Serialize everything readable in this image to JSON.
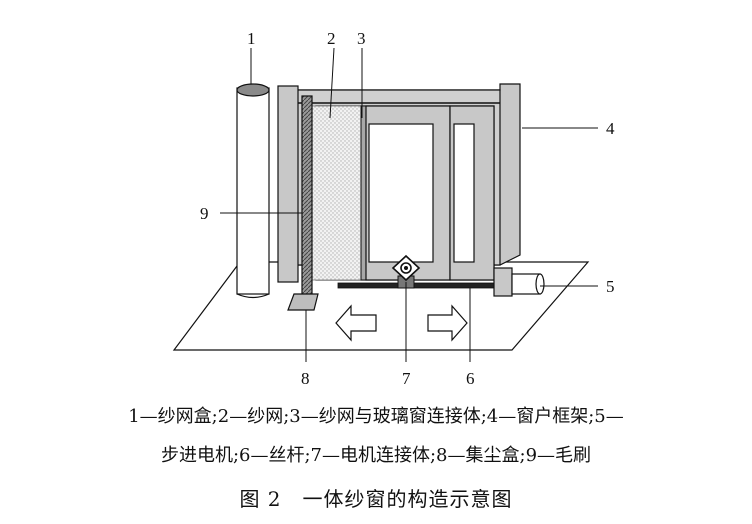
{
  "callouts": [
    "1",
    "2",
    "3",
    "4",
    "5",
    "6",
    "7",
    "8",
    "9"
  ],
  "legend": {
    "line1": "1—纱网盒;2—纱网;3—纱网与玻璃窗连接体;4—窗户框架;5—",
    "line2": "步进电机;6—丝杆;7—电机连接体;8—集尘盒;9—毛刷"
  },
  "title": "图 2　一体纱窗的构造示意图",
  "colors": {
    "frame": "#c8c8c8",
    "line": "#111111",
    "screen": "#e2e2e2",
    "dark": "#555555"
  }
}
